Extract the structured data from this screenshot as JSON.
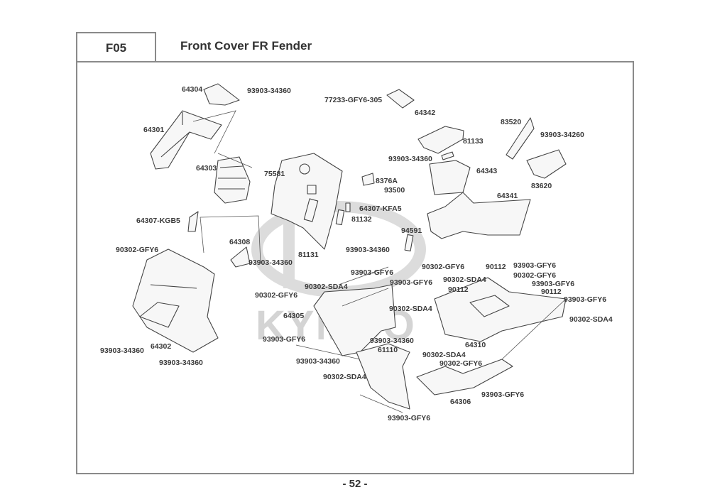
{
  "header": {
    "section_code": "F05",
    "title": "Front Cover FR Fender"
  },
  "footer": {
    "page_number": "- 52 -"
  },
  "watermark": {
    "brand": "KYMCO"
  },
  "parts": [
    {
      "id": "p1",
      "label": "64304"
    },
    {
      "id": "p2",
      "label": "93903-34360"
    },
    {
      "id": "p3",
      "label": "64301"
    },
    {
      "id": "p4",
      "label": "64303"
    },
    {
      "id": "p5",
      "label": "75581"
    },
    {
      "id": "p6",
      "label": "77233-GFY6-305"
    },
    {
      "id": "p7",
      "label": "64342"
    },
    {
      "id": "p8",
      "label": "81133"
    },
    {
      "id": "p9",
      "label": "93903-34360"
    },
    {
      "id": "p10",
      "label": "64343"
    },
    {
      "id": "p11",
      "label": "8376A"
    },
    {
      "id": "p12",
      "label": "93500"
    },
    {
      "id": "p13",
      "label": "83520"
    },
    {
      "id": "p14",
      "label": "93903-34260"
    },
    {
      "id": "p15",
      "label": "83620"
    },
    {
      "id": "p16",
      "label": "64341"
    },
    {
      "id": "p17",
      "label": "64307-KGB5"
    },
    {
      "id": "p18",
      "label": "64307-KFA5"
    },
    {
      "id": "p19",
      "label": "81132"
    },
    {
      "id": "p20",
      "label": "94591"
    },
    {
      "id": "p21",
      "label": "64308"
    },
    {
      "id": "p22",
      "label": "93903-34360"
    },
    {
      "id": "p23",
      "label": "81131"
    },
    {
      "id": "p24",
      "label": "93903-34360"
    },
    {
      "id": "p25",
      "label": "90302-GFY6"
    },
    {
      "id": "p26",
      "label": "90302-GFY6"
    },
    {
      "id": "p27",
      "label": "90112"
    },
    {
      "id": "p28",
      "label": "93903-GFY6"
    },
    {
      "id": "p29",
      "label": "90302-SDA4"
    },
    {
      "id": "p30",
      "label": "90302-GFY6"
    },
    {
      "id": "p31",
      "label": "93903-GFY6"
    },
    {
      "id": "p32",
      "label": "93903-GFY6"
    },
    {
      "id": "p33",
      "label": "90112"
    },
    {
      "id": "p34",
      "label": "90112"
    },
    {
      "id": "p35",
      "label": "93903-GFY6"
    },
    {
      "id": "p36",
      "label": "90302-SDA4"
    },
    {
      "id": "p37",
      "label": "90302-GFY6"
    },
    {
      "id": "p38",
      "label": "93903-GFY6"
    },
    {
      "id": "p39",
      "label": "90302-SDA4"
    },
    {
      "id": "p40",
      "label": "64305"
    },
    {
      "id": "p41",
      "label": "90302-SDA4"
    },
    {
      "id": "p42",
      "label": "64310"
    },
    {
      "id": "p43",
      "label": "93903-GFY6"
    },
    {
      "id": "p44",
      "label": "93903-34360"
    },
    {
      "id": "p45",
      "label": "61110"
    },
    {
      "id": "p46",
      "label": "93903-34360"
    },
    {
      "id": "p47",
      "label": "90302-SDA4"
    },
    {
      "id": "p48",
      "label": "90302-GFY6"
    },
    {
      "id": "p49",
      "label": "90302-SDA4"
    },
    {
      "id": "p50",
      "label": "64306"
    },
    {
      "id": "p51",
      "label": "93903-GFY6"
    },
    {
      "id": "p52",
      "label": "93903-GFY6"
    },
    {
      "id": "p53",
      "label": "64302"
    },
    {
      "id": "p54",
      "label": "93903-34360"
    },
    {
      "id": "p55",
      "label": "93903-34360"
    }
  ]
}
